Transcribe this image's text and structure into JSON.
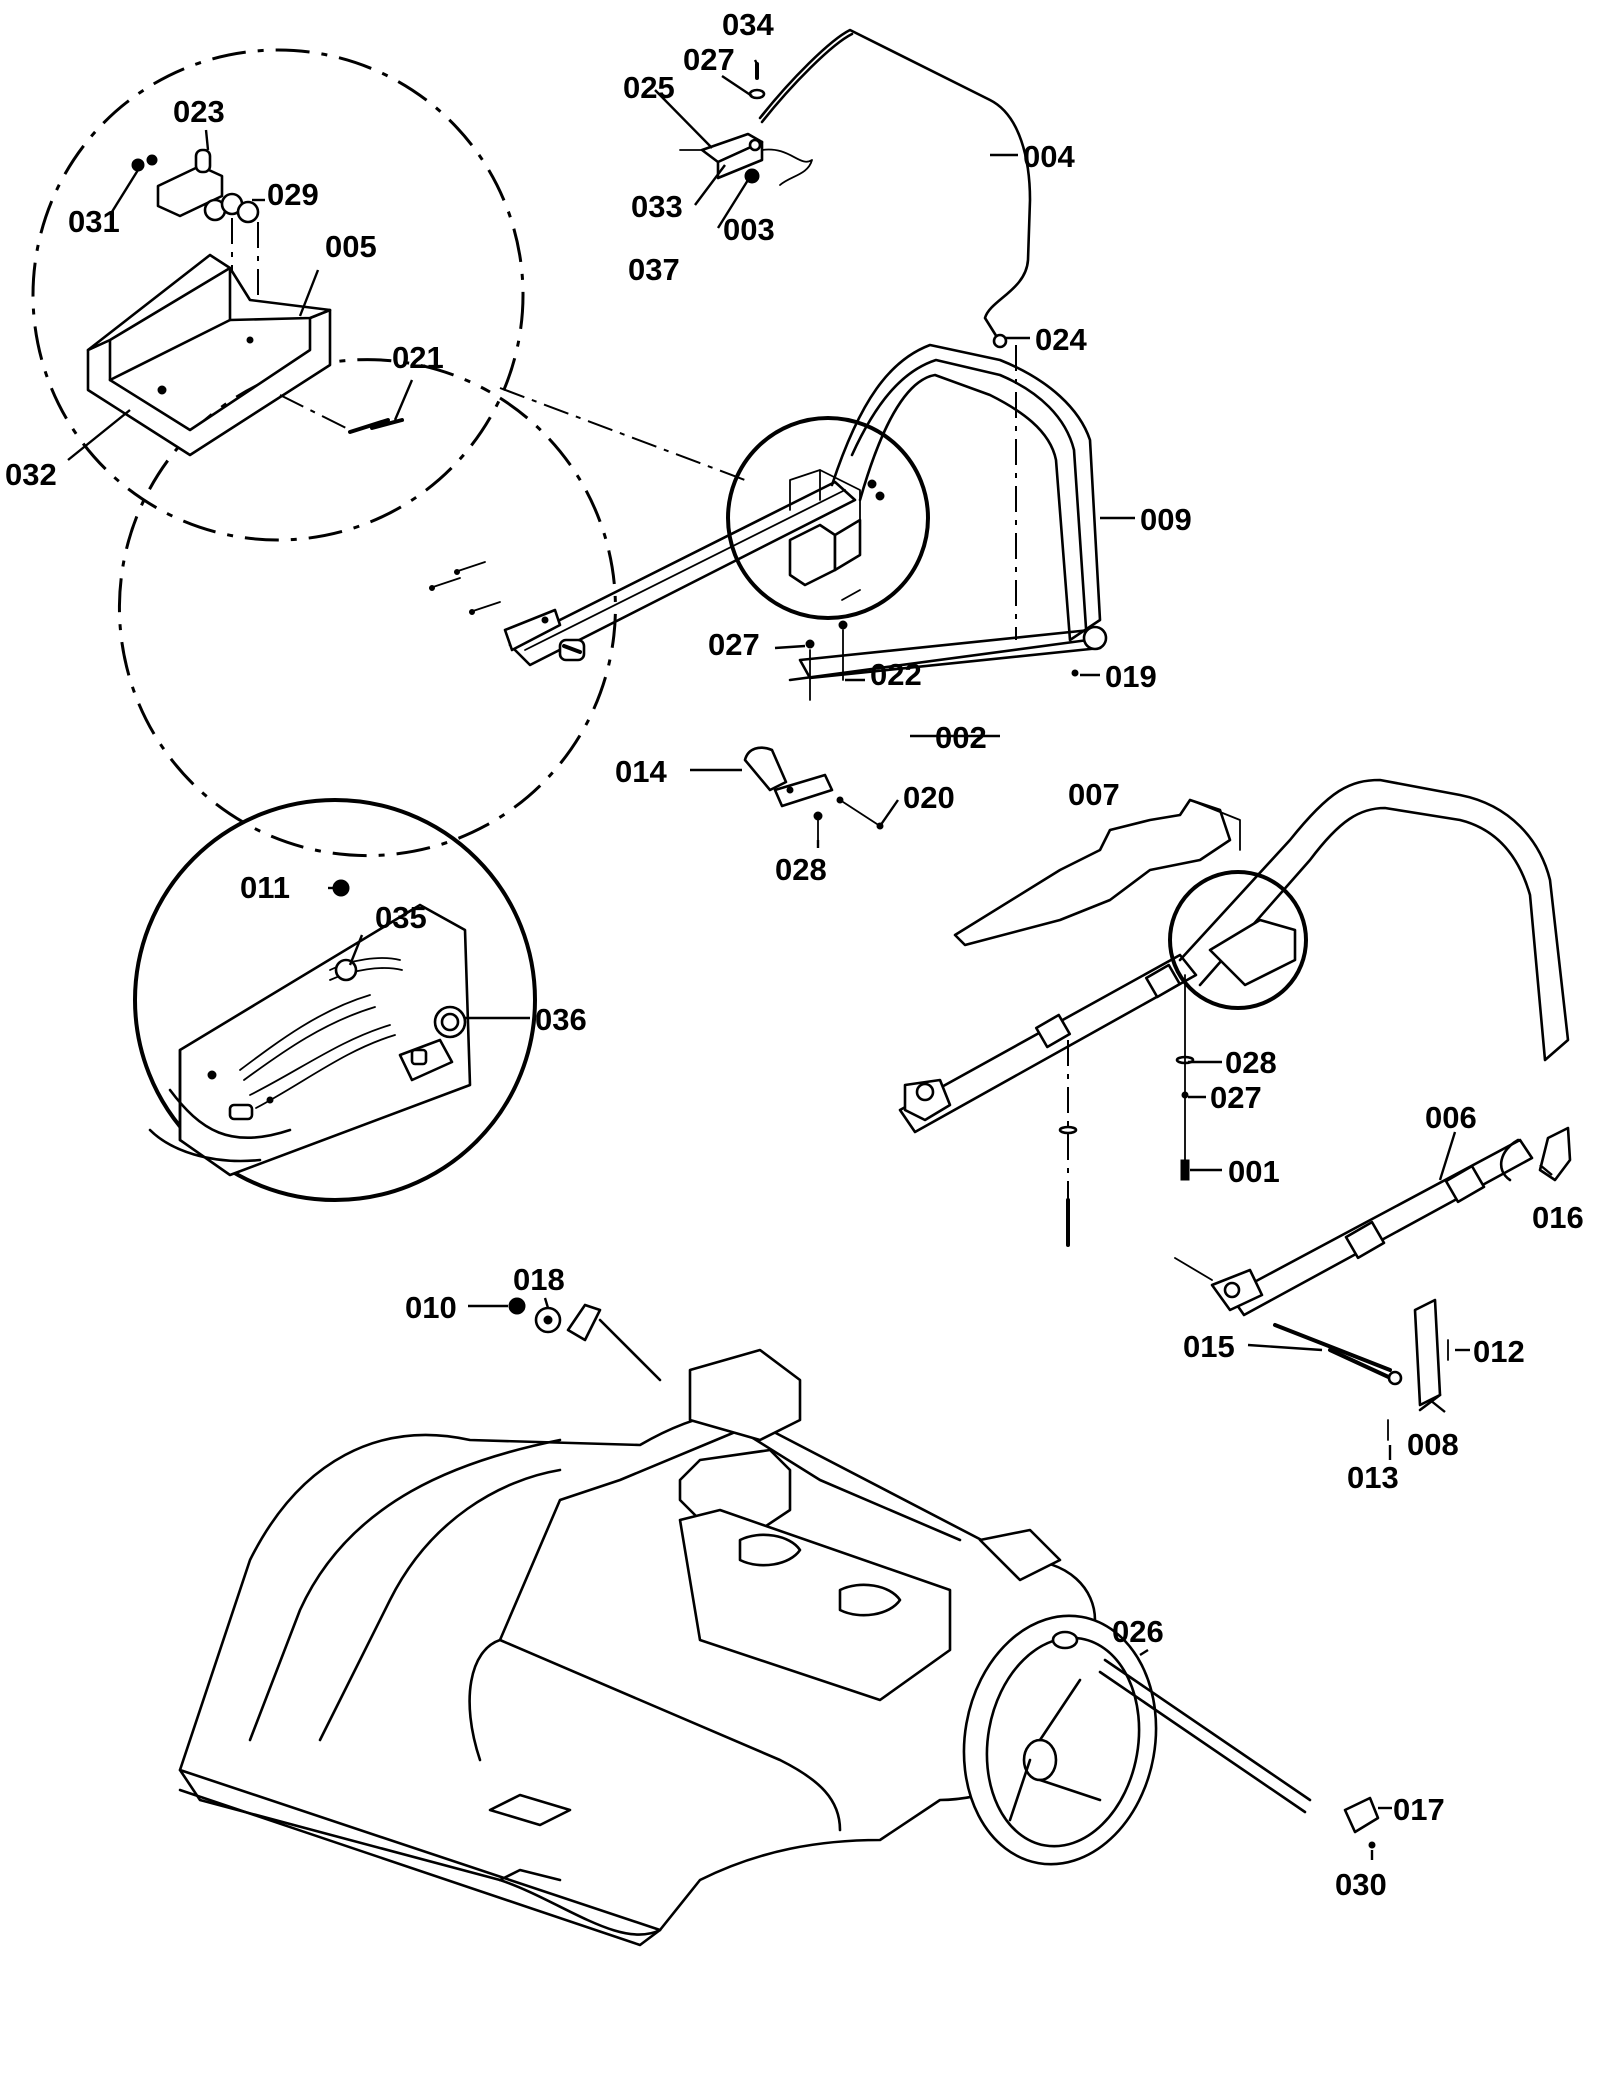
{
  "diagram": {
    "labels": [
      {
        "id": "l034",
        "text": "034"
      },
      {
        "id": "l027a",
        "text": "027"
      },
      {
        "id": "l025",
        "text": "025"
      },
      {
        "id": "l004",
        "text": "004"
      },
      {
        "id": "l033",
        "text": "033"
      },
      {
        "id": "l003",
        "text": "003"
      },
      {
        "id": "l037",
        "text": "037"
      },
      {
        "id": "l023",
        "text": "023"
      },
      {
        "id": "l029",
        "text": "029"
      },
      {
        "id": "l031",
        "text": "031"
      },
      {
        "id": "l005",
        "text": "005"
      },
      {
        "id": "l021",
        "text": "021"
      },
      {
        "id": "l032",
        "text": "032"
      },
      {
        "id": "l024",
        "text": "024"
      },
      {
        "id": "l009",
        "text": "009"
      },
      {
        "id": "l027b",
        "text": "027"
      },
      {
        "id": "l022",
        "text": "022"
      },
      {
        "id": "l019",
        "text": "019"
      },
      {
        "id": "l002",
        "text": "002"
      },
      {
        "id": "l014",
        "text": "014"
      },
      {
        "id": "l020",
        "text": "020"
      },
      {
        "id": "l028a",
        "text": "028"
      },
      {
        "id": "l007",
        "text": "007"
      },
      {
        "id": "l011",
        "text": "011"
      },
      {
        "id": "l035",
        "text": "035"
      },
      {
        "id": "l036",
        "text": "036"
      },
      {
        "id": "l028b",
        "text": "028"
      },
      {
        "id": "l027c",
        "text": "027"
      },
      {
        "id": "l001",
        "text": "001"
      },
      {
        "id": "l006",
        "text": "006"
      },
      {
        "id": "l016",
        "text": "016"
      },
      {
        "id": "l018",
        "text": "018"
      },
      {
        "id": "l010",
        "text": "010"
      },
      {
        "id": "l015",
        "text": "015"
      },
      {
        "id": "l012",
        "text": "012"
      },
      {
        "id": "l013",
        "text": "013"
      },
      {
        "id": "l008",
        "text": "008"
      },
      {
        "id": "l026",
        "text": "026"
      },
      {
        "id": "l017",
        "text": "017"
      },
      {
        "id": "l030",
        "text": "030"
      }
    ]
  }
}
